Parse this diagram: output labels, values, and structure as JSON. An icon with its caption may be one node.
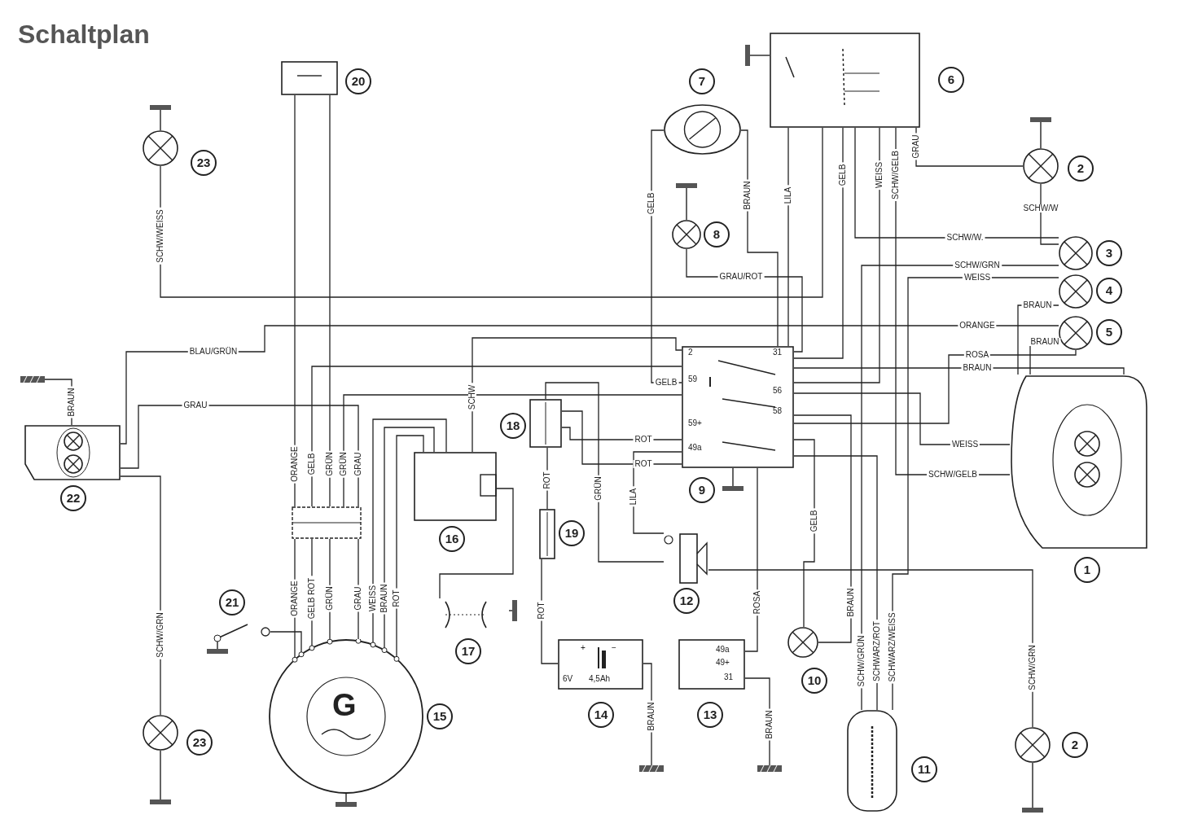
{
  "diagram": {
    "title": "Schaltplan",
    "nodes": [
      {
        "text": [],
        "shape": "circle",
        "beside": [
          "23"
        ]
      },
      {
        "text": [],
        "shape": "box",
        "beside": [
          "20"
        ]
      },
      {
        "text": [],
        "shape": "circle",
        "beside": [
          "7"
        ]
      },
      {
        "text": [],
        "shape": "circle",
        "beside": [
          "8"
        ]
      },
      {
        "text": [],
        "shape": "box",
        "beside": [
          "6"
        ]
      },
      {
        "text": [],
        "shape": "circle",
        "beside": [
          "2"
        ]
      },
      {
        "text": [],
        "shape": "circle",
        "beside": [
          "3"
        ]
      },
      {
        "text": [],
        "shape": "circle",
        "beside": [
          "4"
        ]
      },
      {
        "text": [],
        "shape": "circle",
        "beside": [
          "5"
        ]
      },
      {
        "text": [],
        "shape": "circle",
        "beside": [
          "1"
        ]
      },
      {
        "text": [
          "2",
          "59",
          "59+",
          "49a",
          "31",
          "56",
          "58"
        ],
        "beside": [
          "9"
        ]
      },
      {
        "text": [],
        "shape": "box",
        "beside": [
          "22"
        ]
      },
      {
        "text": [],
        "shape": "box"
      },
      {
        "text": [],
        "shape": "box",
        "beside": [
          "16"
        ]
      },
      {
        "text": [],
        "shape": "box",
        "beside": [
          "18"
        ]
      },
      {
        "text": [],
        "shape": "box",
        "beside": [
          "19"
        ]
      },
      {
        "text": [],
        "shape": "picture",
        "beside": [
          "12"
        ]
      },
      {
        "text": [],
        "shape": "picture",
        "beside": [
          "21"
        ]
      },
      {
        "text": [
          "G"
        ],
        "beside": [
          "15"
        ]
      },
      {
        "text": [],
        "shape": "picture",
        "beside": [
          "17"
        ]
      },
      {
        "text": [
          "+",
          "−",
          "6V",
          "4,5Ah"
        ],
        "beside": [
          "14"
        ]
      },
      {
        "text": [
          "49a",
          "49+",
          "31"
        ],
        "beside": [
          "13"
        ]
      },
      {
        "text": [],
        "shape": "circle",
        "beside": [
          "10"
        ]
      },
      {
        "text": [],
        "shape": "box",
        "beside": [
          "11"
        ]
      },
      {
        "text": [],
        "shape": "circle",
        "beside": [
          "2"
        ]
      },
      {
        "text": [],
        "shape": "circle",
        "beside": [
          "23"
        ]
      },
      {
        "text": [],
        "shape": "bar"
      },
      {
        "text": [],
        "shape": "bar"
      },
      {
        "text": [],
        "shape": "bar"
      }
    ],
    "edges": [
      {
        "from": 0,
        "to": 4,
        "arrow": "none",
        "label": "SCHW/WEISS"
      },
      {
        "from": 25,
        "to": 11,
        "arrow": "none",
        "label": "SCHW/GRN"
      },
      {
        "from": 1,
        "to": 12,
        "arrow": "none",
        "label": "ORANGE"
      },
      {
        "from": 1,
        "to": 12,
        "arrow": "none",
        "label": "GRÜN"
      },
      {
        "from": 12,
        "to": 10,
        "arrow": "none",
        "label": "GELB"
      },
      {
        "from": 12,
        "to": 10,
        "arrow": "none",
        "label": "GRÜN"
      },
      {
        "from": 12,
        "to": 11,
        "arrow": "none",
        "label": "GRAU"
      },
      {
        "from": 26,
        "to": 11,
        "arrow": "none",
        "label": "BRAUN"
      },
      {
        "from": 11,
        "to": 8,
        "arrow": "none",
        "label": "BLAU/GRÜN"
      },
      {
        "from": 4,
        "to": 6,
        "arrow": "none",
        "label": "SCHW/W."
      },
      {
        "from": 5,
        "to": 6,
        "arrow": "none",
        "label": "SCHW/W"
      },
      {
        "from": 23,
        "to": 6,
        "arrow": "none",
        "label": "SCHW/GRÜN"
      },
      {
        "from": 23,
        "to": 7,
        "arrow": "none",
        "label": "SCHWARZ/WEISS"
      },
      {
        "from": 23,
        "to": 10,
        "arrow": "none",
        "label": "SCHWARZ/ROT"
      },
      {
        "from": 8,
        "to": 9,
        "arrow": "none",
        "label": "BRAUN"
      },
      {
        "from": 10,
        "to": 9,
        "arrow": "none",
        "label": "BRAUN"
      },
      {
        "from": 10,
        "to": 8,
        "arrow": "none",
        "label": "ROSA"
      },
      {
        "from": 10,
        "to": 9,
        "arrow": "none",
        "label": "WEISS"
      },
      {
        "from": 4,
        "to": 9,
        "arrow": "none",
        "label": "SCHW/GELB"
      },
      {
        "from": 4,
        "to": 10,
        "arrow": "none",
        "label": "WEISS"
      },
      {
        "from": 4,
        "to": 5,
        "arrow": "none",
        "label": "GRAU"
      },
      {
        "from": 4,
        "to": 10,
        "arrow": "none",
        "label": "GELB"
      },
      {
        "from": 4,
        "to": 10,
        "arrow": "none",
        "label": "LILA"
      },
      {
        "from": 2,
        "to": 10,
        "arrow": "none",
        "label": "GELB"
      },
      {
        "from": 2,
        "to": 10,
        "arrow": "none",
        "label": "BRAUN"
      },
      {
        "from": 3,
        "to": 10,
        "arrow": "none",
        "label": "GRAU/ROT"
      },
      {
        "from": 13,
        "to": 18,
        "arrow": "none",
        "label": "WEISS"
      },
      {
        "from": 13,
        "to": 18,
        "arrow": "none",
        "label": "BRAUN"
      },
      {
        "from": 13,
        "to": 18,
        "arrow": "none",
        "label": "ROT"
      },
      {
        "from": 13,
        "to": 10,
        "arrow": "none",
        "label": "SCHW"
      },
      {
        "from": 13,
        "to": 19,
        "arrow": "none"
      },
      {
        "from": 14,
        "to": 10,
        "arrow": "none",
        "label": "ROT"
      },
      {
        "from": 14,
        "to": 10,
        "arrow": "none",
        "label": "ROT"
      },
      {
        "from": 14,
        "to": 15,
        "arrow": "none",
        "label": "ROT"
      },
      {
        "from": 15,
        "to": 20,
        "arrow": "none",
        "label": "ROT"
      },
      {
        "from": 20,
        "to": 27,
        "arrow": "none",
        "label": "BRAUN"
      },
      {
        "from": 21,
        "to": 28,
        "arrow": "none",
        "label": "BRAUN"
      },
      {
        "from": 21,
        "to": 10,
        "arrow": "none",
        "label": "ROSA"
      },
      {
        "from": 10,
        "to": 22,
        "arrow": "none",
        "label": "GELB"
      },
      {
        "from": 22,
        "to": 10,
        "arrow": "none",
        "label": "BRAUN"
      },
      {
        "from": 12,
        "to": 18,
        "arrow": "none",
        "label": "ORANGE"
      },
      {
        "from": 17,
        "to": 18,
        "arrow": "none"
      },
      {
        "from": 12,
        "to": 18,
        "arrow": "none",
        "label": "GELB ROT"
      },
      {
        "from": 12,
        "to": 18,
        "arrow": "none",
        "label": "GRÜN"
      },
      {
        "from": 12,
        "to": 18,
        "arrow": "none",
        "label": "GRAU"
      },
      {
        "from": 24,
        "to": 16,
        "arrow": "none",
        "label": "SCHW/GRN"
      },
      {
        "from": 16,
        "to": 14,
        "arrow": "none",
        "label": "GRÜN"
      },
      {
        "from": 16,
        "to": 10,
        "arrow": "none",
        "label": "LILA"
      },
      {
        "from": 9,
        "to": 7,
        "arrow": "none",
        "label": "BRAUN"
      }
    ],
    "labels": [
      "GRAU",
      "ORANGE",
      "SCHW/GRN",
      "WEISS",
      "SCHW/GELB",
      "GELB"
    ]
  }
}
